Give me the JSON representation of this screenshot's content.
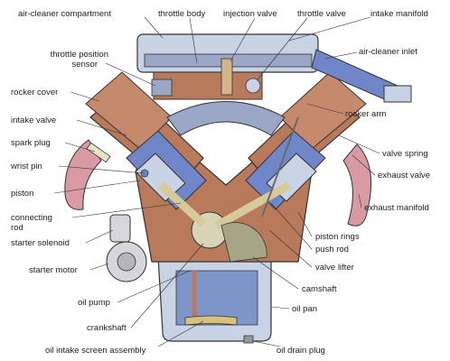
{
  "diagram": {
    "colors": {
      "metal": "#b97a5b",
      "metal_dark": "#8a4f36",
      "steel": "#c9d3e6",
      "blue": "#6f86c9",
      "pipe": "#d99aa3",
      "intake": "#9aa7c6",
      "outline": "#333333"
    },
    "labels": {
      "air_cleaner_compartment": "air-cleaner compartment",
      "throttle_body": "throttle body",
      "injection_valve": "injection valve",
      "throttle_valve": "throttle valve",
      "intake_manifold": "intake manifold",
      "throttle_position_sensor_1": "throttle position",
      "throttle_position_sensor_2": "sensor",
      "air_cleaner_inlet": "air-cleaner inlet",
      "rocker_cover": "rocker cover",
      "intake_valve": "intake valve",
      "rocker_arm": "rocker arm",
      "spark_plug": "spark plug",
      "valve_spring": "valve spring",
      "wrist_pin": "wrist pin",
      "exhaust_valve": "exhaust valve",
      "piston": "piston",
      "connecting_rod_1": "connecting",
      "connecting_rod_2": "rod",
      "exhaust_manifold": "exhaust manifold",
      "starter_solenoid": "starter solenoid",
      "piston_rings": "piston rings",
      "push_rod": "push rod",
      "starter_motor": "starter motor",
      "valve_lifter": "valve lifter",
      "camshaft": "camshaft",
      "oil_pump": "oil pump",
      "oil_pan": "oil pan",
      "crankshaft": "crankshaft",
      "oil_intake_screen_assembly": "oil intake screen assembly",
      "oil_drain_plug": "oil drain plug"
    }
  }
}
